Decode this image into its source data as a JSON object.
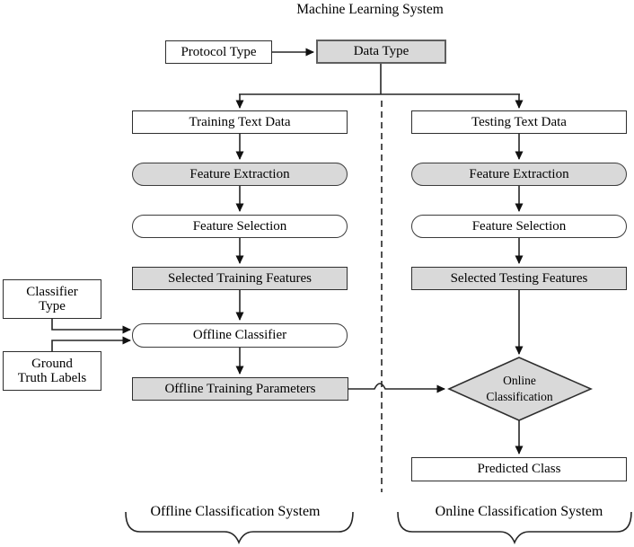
{
  "title": "Machine Learning System",
  "colors": {
    "node_fill_gray": "#d9d9d9",
    "node_fill_white": "#ffffff",
    "connector": "#262626"
  },
  "top": {
    "protocol_type": "Protocol Type",
    "data_type": "Data Type"
  },
  "left_branch": {
    "training_text_data": "Training Text Data",
    "feature_extraction": "Feature Extraction",
    "feature_selection": "Feature Selection",
    "selected_training_features": "Selected Training Features",
    "offline_classifier": "Offline Classifier",
    "offline_training_parameters": "Offline Training Parameters",
    "classifier_type_line1": "Classifier",
    "classifier_type_line2": "Type",
    "ground_truth_line1": "Ground",
    "ground_truth_line2": "Truth Labels",
    "footer": "Offline Classification System"
  },
  "right_branch": {
    "testing_text_data": "Testing Text Data",
    "feature_extraction": "Feature Extraction",
    "feature_selection": "Feature Selection",
    "selected_testing_features": "Selected Testing Features",
    "online_classification_line1": "Online",
    "online_classification_line2": "Classification",
    "predicted_class": "Predicted Class",
    "footer": "Online Classification System"
  }
}
